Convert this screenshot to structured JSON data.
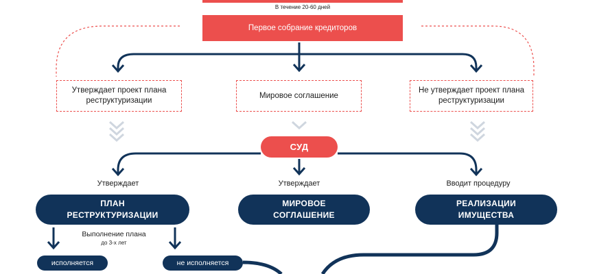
{
  "top": {
    "period_text": "В течение 20-60 дней",
    "meeting_label": "Первое собрание кредиторов"
  },
  "decisions": {
    "approve_plan": "Утверждает проект плана реструктуризации",
    "settlement": "Мировое соглашение",
    "reject_plan": "Не утверждает проект плана реструктуризации"
  },
  "court": {
    "label": "СУД"
  },
  "court_branches": {
    "left_caption": "Утверждает",
    "middle_caption": "Утверждает",
    "right_caption": "Вводит процедуру",
    "left_box": "ПЛАН РЕСТРУКТУРИЗАЦИИ",
    "middle_box": "МИРОВОЕ СОГЛАШЕНИЕ",
    "right_box": "РЕАЛИЗАЦИИ ИМУЩЕСТВА"
  },
  "plan_execution": {
    "caption": "Выполнение плана",
    "sub_caption": "до 3-х лет",
    "fulfilled": "исполняется",
    "not_fulfilled": "не исполняется"
  },
  "colors": {
    "red": "#ec4f4d",
    "navy": "#113359",
    "chevron": "#cfd6df"
  }
}
